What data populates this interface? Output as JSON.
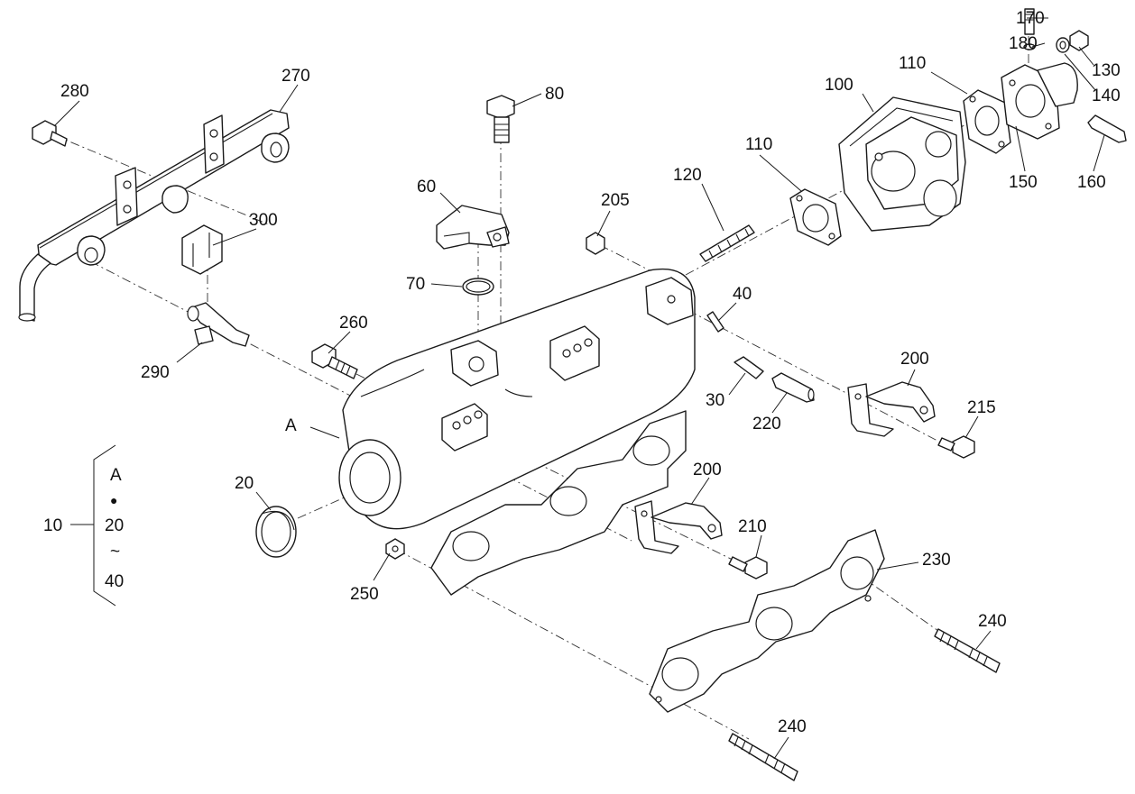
{
  "labels": {
    "p10": "10",
    "p20a": "20",
    "p20b": "20",
    "p30": "30",
    "p40a": "40",
    "p40b": "40",
    "p60": "60",
    "p70": "70",
    "p80": "80",
    "p100": "100",
    "p110a": "110",
    "p110b": "110",
    "p120": "120",
    "p130": "130",
    "p140": "140",
    "p150": "150",
    "p160": "160",
    "p170": "170",
    "p180": "180",
    "p200a": "200",
    "p200b": "200",
    "p205": "205",
    "p210": "210",
    "p215": "215",
    "p220": "220",
    "p230": "230",
    "p240a": "240",
    "p240b": "240",
    "p250": "250",
    "p260": "260",
    "p270": "270",
    "p280": "280",
    "p290": "290",
    "p300": "300",
    "pA": "A"
  },
  "legend": {
    "top": "A",
    "bullet": "●",
    "from": "20",
    "range": "~",
    "to": "40"
  }
}
